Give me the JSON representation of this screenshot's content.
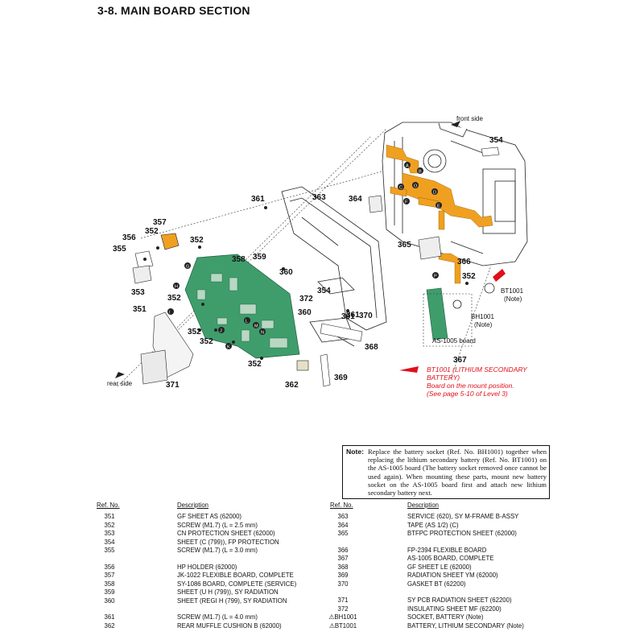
{
  "title": "3-8.  MAIN  BOARD  SECTION",
  "diagram": {
    "front_side": "front side",
    "rear_side": "rear side",
    "callouts": [
      "351",
      "352",
      "353",
      "354",
      "355",
      "356",
      "357",
      "358",
      "359",
      "360",
      "361",
      "362",
      "363",
      "364",
      "365",
      "366",
      "367",
      "368",
      "369",
      "370",
      "371",
      "372"
    ],
    "bt1001_label": "BT1001",
    "bt1001_note": "(Note)",
    "bh1001_label": "BH1001",
    "bh1001_note": "(Note)",
    "as1005_label": "AS-1005 board",
    "red_note_line1": "BT1001 (LITHIUM SECONDARY",
    "red_note_line2": "BATTERY)",
    "red_note_line3": "Board on the mount position.",
    "red_note_line4": "(See page 5-10 of Level 3)",
    "letter_marks": [
      "A",
      "B",
      "C",
      "D",
      "E",
      "F",
      "G",
      "H",
      "I",
      "J",
      "K",
      "L",
      "M",
      "N",
      "O",
      "P"
    ],
    "colors": {
      "board_green": "#3f9d6c",
      "flex_orange": "#f0a020",
      "red_accent": "#e0101a"
    }
  },
  "note": {
    "head": "Note:",
    "body": "Replace the battery socket (Ref. No. BH1001) together when replacing the lithium secondary battery (Ref. No. BT1001) on the AS-1005 board (The battery socket removed once cannot be used again). When mounting these parts, mount new battery socket on the AS-1005 board first and attach new lithium secondary battery next."
  },
  "table": {
    "ref_header": "Ref. No.",
    "desc_header": "Description",
    "left": [
      {
        "ref": "351",
        "desc": "GF SHEET AS (62000)"
      },
      {
        "ref": "352",
        "desc": "SCREW (M1.7) (L = 2.5 mm)"
      },
      {
        "ref": "353",
        "desc": "CN PROTECTION SHEET (62000)"
      },
      {
        "ref": "354",
        "desc": "SHEET (C (799)), FP PROTECTION"
      },
      {
        "ref": "355",
        "desc": "SCREW (M1.7) (L = 3.0 mm)"
      },
      {
        "ref": "356",
        "desc": "HP HOLDER (62000)"
      },
      {
        "ref": "357",
        "desc": "JK-1022 FLEXIBLE BOARD, COMPLETE"
      },
      {
        "ref": "358",
        "desc": "SY-1086 BOARD, COMPLETE (SERVICE)"
      },
      {
        "ref": "359",
        "desc": "SHEET (U H (799)), SY RADIATION"
      },
      {
        "ref": "360",
        "desc": "SHEET (REGI H (799), SY RADIATION"
      },
      {
        "ref": "361",
        "desc": "SCREW (M1.7) (L = 4.0 mm)"
      },
      {
        "ref": "362",
        "desc": "REAR MUFFLE CUSHION B (62000)"
      }
    ],
    "right": [
      {
        "ref": "363",
        "desc": "SERVICE (620), SY M-FRAME B-ASSY"
      },
      {
        "ref": "364",
        "desc": "TAPE (AS 1/2) (C)"
      },
      {
        "ref": "365",
        "desc": "BTFPC PROTECTION SHEET (62000)"
      },
      {
        "ref": "366",
        "desc": "FP-2394 FLEXIBLE BOARD"
      },
      {
        "ref": "367",
        "desc": "AS-1005 BOARD, COMPLETE"
      },
      {
        "ref": "368",
        "desc": "GF SHEET LE (62000)"
      },
      {
        "ref": "369",
        "desc": "RADIATION SHEET YM (62000)"
      },
      {
        "ref": "370",
        "desc": "GASKET BT (62200)"
      },
      {
        "ref": "371",
        "desc": "SY PCB RADIATION SHEET (62200)"
      },
      {
        "ref": "372",
        "desc": "INSULATING SHEET MF (62200)"
      },
      {
        "ref": "⚠BH1001",
        "desc": "SOCKET, BATTERY (Note)"
      },
      {
        "ref": "⚠BT1001",
        "desc": "BATTERY, LITHIUM SECONDARY (Note)"
      }
    ]
  }
}
